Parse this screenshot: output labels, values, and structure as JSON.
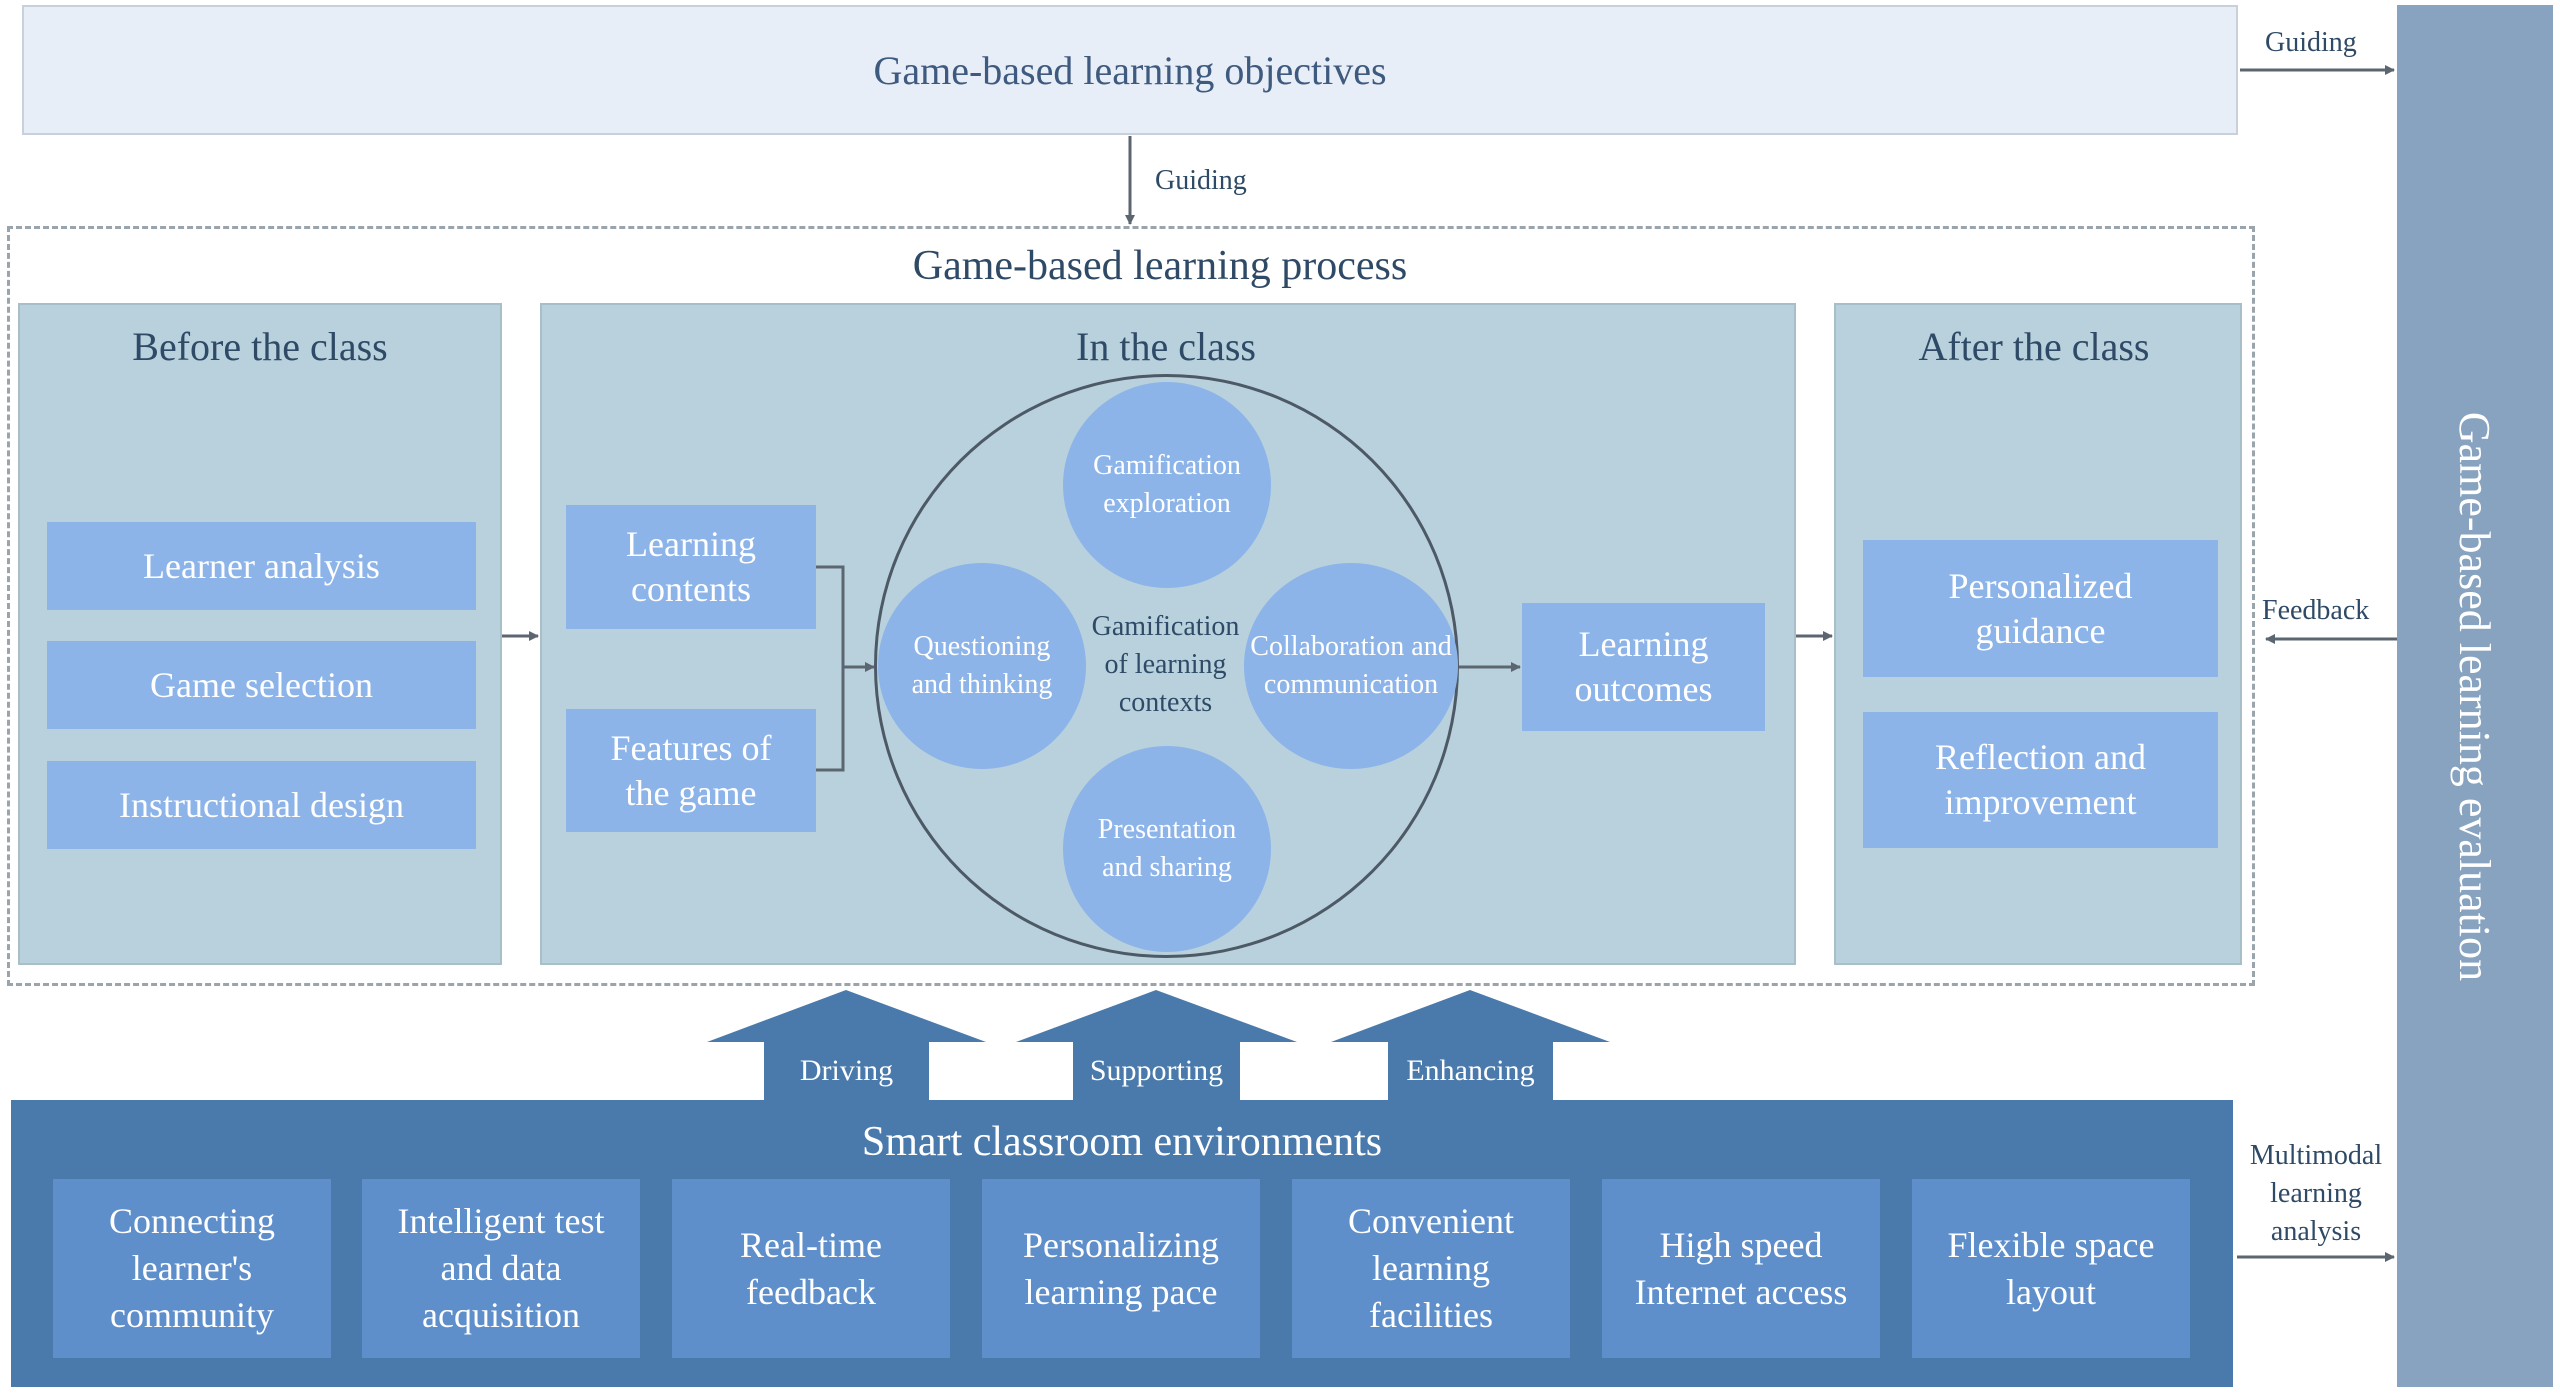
{
  "objectives": {
    "label": "Game-based learning objectives"
  },
  "connectors": {
    "guiding_down": "Guiding",
    "guiding_right": "Guiding",
    "feedback": "Feedback",
    "multimodal": "Multimodal learning analysis"
  },
  "process": {
    "title": "Game-based learning process",
    "before": {
      "title": "Before the class",
      "items": [
        "Learner analysis",
        "Game selection",
        "Instructional design"
      ]
    },
    "in": {
      "title": "In the class",
      "inputs": [
        "Learning contents",
        "Features of the game"
      ],
      "context_label": "Gamification of learning contexts",
      "activities": {
        "top": "Gamification exploration",
        "left": "Questioning and thinking",
        "right": "Collaboration and communication",
        "bottom": "Presentation and sharing"
      },
      "output": "Learning outcomes"
    },
    "after": {
      "title": "After the class",
      "items": [
        "Personalized guidance",
        "Reflection and improvement"
      ]
    }
  },
  "support_arrows": [
    "Driving",
    "Supporting",
    "Enhancing"
  ],
  "environment": {
    "title": "Smart classroom environments",
    "tiles": [
      "Connecting learner's community",
      "Intelligent test and data acquisition",
      "Real-time feedback",
      "Personalizing learning pace",
      "Convenient learning facilities",
      "High speed Internet access",
      "Flexible space layout"
    ]
  },
  "evaluation": {
    "label": "Game-based learning evaluation"
  },
  "colors": {
    "objectives_fill": "#e8eef8",
    "phase_fill": "#b8d1dd",
    "item_fill": "#8db4e9",
    "environment_fill": "#4a7aab",
    "tile_fill": "#5f8fca",
    "evaluation_fill": "#87a3bf",
    "connector": "#5b6670",
    "title_text": "#2f4a66"
  }
}
